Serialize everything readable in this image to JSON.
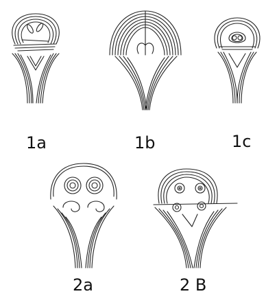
{
  "figures": [
    {
      "id": "1a",
      "label": "1a"
    },
    {
      "id": "1b",
      "label": "1b"
    },
    {
      "id": "1c",
      "label": "1c"
    },
    {
      "id": "2a",
      "label": "2a"
    },
    {
      "id": "2b",
      "label": "2 B"
    }
  ],
  "colors": {
    "line": "#222222",
    "background": "#ffffff"
  }
}
